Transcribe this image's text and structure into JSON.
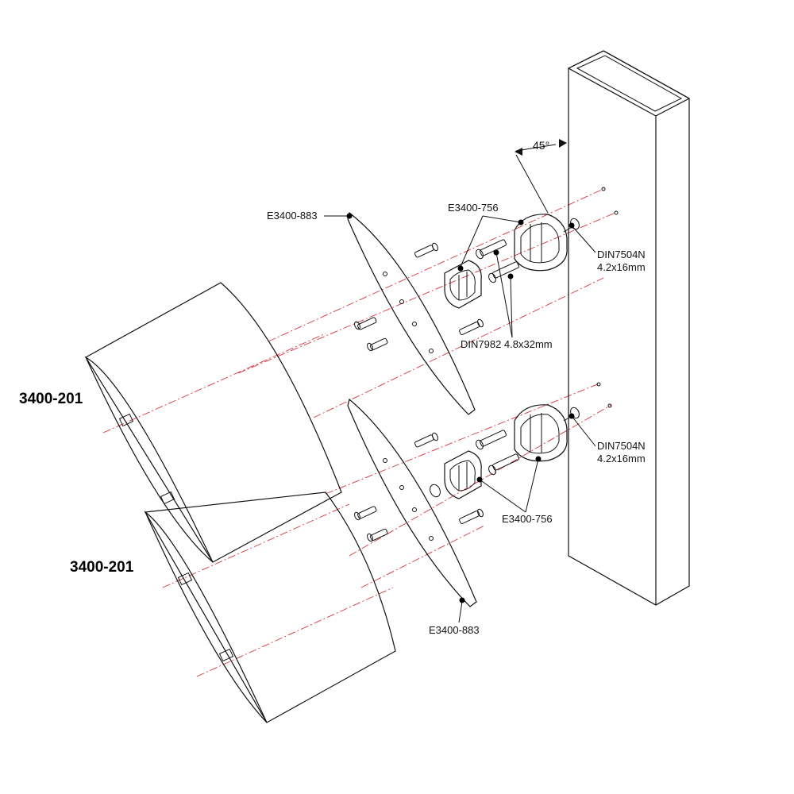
{
  "labels": {
    "profile_top": "3400-201",
    "profile_bottom": "3400-201",
    "plate_top": "E3400-883",
    "plate_bottom": "E3400-883",
    "bracket_top": "E3400-756",
    "bracket_bottom": "E3400-756",
    "screw_small_top_line1": "DIN7504N",
    "screw_small_top_line2": "4.2x16mm",
    "screw_small_bottom_line1": "DIN7504N",
    "screw_small_bottom_line2": "4.2x16mm",
    "screw_large": "DIN7982 4.8x32mm",
    "angle": "45°"
  },
  "colors": {
    "outline": "#111111",
    "centerline": "#d9363e",
    "plate_fill": "#ebebeb",
    "background": "#ffffff"
  }
}
